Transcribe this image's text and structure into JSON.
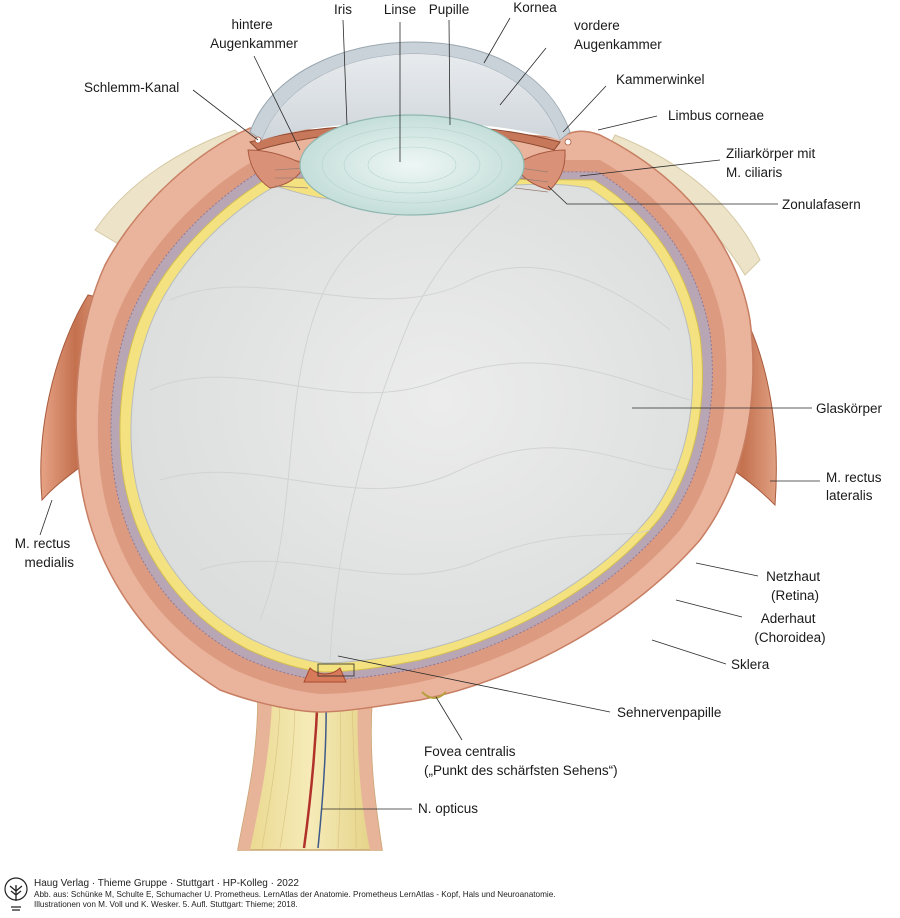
{
  "labels": {
    "hintere_augenkammer": [
      "hintere",
      "Augenkammer"
    ],
    "iris": "Iris",
    "linse": "Linse",
    "pupille": "Pupille",
    "kornea": "Kornea",
    "vordere_augenkammer": [
      "vordere",
      "Augenkammer"
    ],
    "schlemm_kanal": "Schlemm-Kanal",
    "kammerwinkel": "Kammerwinkel",
    "limbus_corneae": "Limbus corneae",
    "ziliarkoerper": [
      "Ziliarkörper mit",
      "M. ciliaris"
    ],
    "zonulafasern": "Zonulafasern",
    "glaskoerper": "Glaskörper",
    "m_rectus_lateralis": [
      "M. rectus",
      "lateralis"
    ],
    "m_rectus_medialis": [
      "M. rectus",
      "medialis"
    ],
    "netzhaut": [
      "Netzhaut",
      "(Retina)"
    ],
    "aderhaut": [
      "Aderhaut",
      "(Choroidea)"
    ],
    "sklera": "Sklera",
    "sehnervenpapille": "Sehnervenpapille",
    "fovea_centralis": [
      "Fovea centralis",
      "(„Punkt des schärfsten Sehens“)"
    ],
    "n_opticus": "N. opticus"
  },
  "footer": {
    "line1": "Haug Verlag · Thieme Gruppe · Stuttgart · HP-Kolleg · 2022",
    "line2": "Abb. aus: Schünke M, Schulte E, Schumacher U. Prometheus. LernAtlas der Anatomie. Prometheus LernAtlas - Kopf, Hals und Neuroanatomie.",
    "line3": "Illustrationen von M. Voll und K. Wesker. 5. Aufl. Stuttgart: Thieme; 2018."
  },
  "colors": {
    "sclera": "#eab39c",
    "sclera_dark": "#d08a72",
    "muscle": "#c8785a",
    "retina": "#f3e27f",
    "vitreous": "#e4e6e4",
    "lens": "#d8ece9",
    "cornea": "#dfe3e6",
    "nerve": "#f0e2a0",
    "fat": "#ece3c8"
  }
}
